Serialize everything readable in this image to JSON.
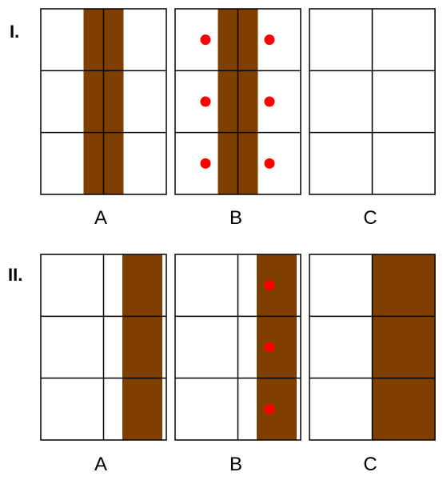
{
  "colors": {
    "brown": "#7f3f00",
    "dot": "#ff0000",
    "line": "#000000",
    "background": "#ffffff"
  },
  "rows": [
    {
      "label": "I.",
      "panels": [
        {
          "label": "A",
          "band": "center",
          "dots": []
        },
        {
          "label": "B",
          "band": "center",
          "dots": [
            {
              "col": 0,
              "row": 0
            },
            {
              "col": 1,
              "row": 0
            },
            {
              "col": 0,
              "row": 1
            },
            {
              "col": 1,
              "row": 1
            },
            {
              "col": 0,
              "row": 2
            },
            {
              "col": 1,
              "row": 2
            }
          ]
        },
        {
          "label": "C",
          "band": "none",
          "dots": []
        }
      ]
    },
    {
      "label": "II.",
      "panels": [
        {
          "label": "A",
          "band": "right-inner",
          "dots": []
        },
        {
          "label": "B",
          "band": "right-inner",
          "dots": [
            {
              "col": 1,
              "row": 0
            },
            {
              "col": 1,
              "row": 1
            },
            {
              "col": 1,
              "row": 2
            }
          ]
        },
        {
          "label": "C",
          "band": "right-full",
          "dots": []
        }
      ]
    }
  ]
}
